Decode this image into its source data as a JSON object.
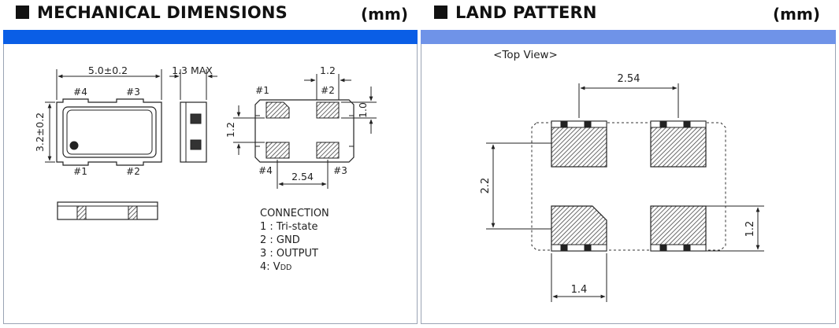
{
  "left_section": {
    "title": "MECHANICAL DIMENSIONS",
    "unit": "(mm)"
  },
  "right_section": {
    "title": "LAND PATTERN",
    "unit": "(mm)"
  },
  "colors": {
    "accent_bar_left": "#0a5ee6",
    "accent_bar_right": "#6f93e8",
    "pad_hatch": "#444444"
  },
  "mechanical": {
    "width_label": "5.0±0.2",
    "height_label": "3.2±0.2",
    "thickness_label": "1.3 MAX",
    "pad_width_label": "1.2",
    "pad_height_label": "1.0",
    "pad_vspacing_label": "1.2",
    "pad_pitch_label": "2.54",
    "pins": {
      "p1": "#1",
      "p2": "#2",
      "p3": "#3",
      "p4": "#4"
    }
  },
  "connection": {
    "title": "CONNECTION",
    "items": [
      "1 : Tri-state",
      "2 : GND",
      "3 : OUTPUT"
    ],
    "item4_prefix": "4:  V",
    "item4_sub": "DD"
  },
  "land": {
    "view_label": "<Top View>",
    "pitch_label": "2.54",
    "vspan_label": "2.2",
    "pad_height_label": "1.2",
    "pad_width_label": "1.4"
  }
}
